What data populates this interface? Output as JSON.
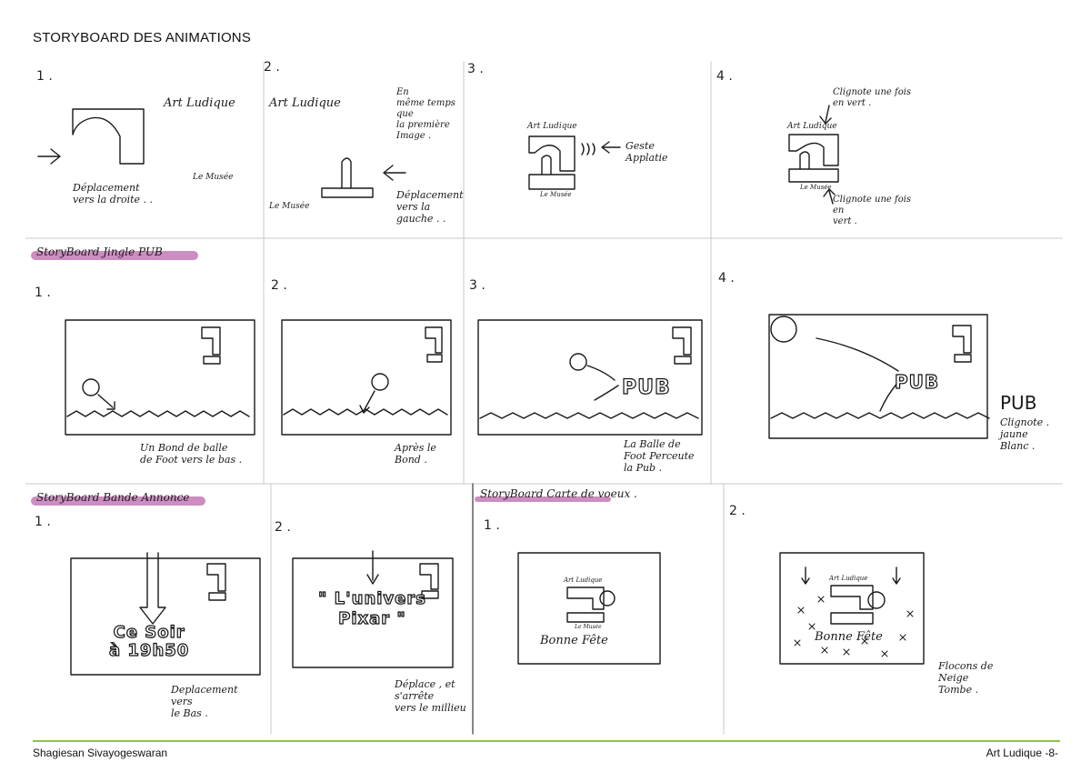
{
  "page": {
    "title": "STORYBOARD DES ANIMATIONS",
    "footer_author": "Shagiesan Sivayogeswaran",
    "footer_page": "Art Ludique -8-",
    "accent_color": "#8cc63f",
    "highlight_color": "#b050a0"
  },
  "logo": {
    "title": "Art Ludique",
    "subtitle": "Le Musée"
  },
  "row1": {
    "panel1": {
      "number": "1 .",
      "title": "Art Ludique",
      "logo_sub": "Le Musée",
      "caption": "Déplacement\nvers la droite . ."
    },
    "panel2": {
      "number": "2 .",
      "title": "Art Ludique",
      "logo_sub": "Le Musée",
      "note": "En\nmême temps\nque\nla première\nImage .",
      "caption": "Déplacement\nvers la\ngauche . ."
    },
    "panel3": {
      "number": "3 .",
      "note": "Geste\nApplatie"
    },
    "panel4": {
      "number": "4 .",
      "note_top": "Clignote une fois\nen vert .",
      "note_bottom": "Clignote une fois\nen\nvert ."
    }
  },
  "banners": {
    "jingle": "StoryBoard Jingle PUB",
    "bande": "StoryBoard Bande Annonce",
    "carte": "StoryBoard Carte de voeux ."
  },
  "row2": {
    "panel1": {
      "number": "1 .",
      "caption": "Un Bond de balle\nde Foot vers le bas ."
    },
    "panel2": {
      "number": "2 .",
      "caption": "Après le\nBond ."
    },
    "panel3": {
      "number": "3 .",
      "screen_text": "PUB",
      "caption": "La Balle de\nFoot Perceute\nla Pub ."
    },
    "panel4": {
      "number": "4 .",
      "screen_text": "PUB",
      "side_title": "PUB",
      "caption": "Clignote .\njaune\nBlanc ."
    }
  },
  "row3": {
    "panel1": {
      "number": "1 .",
      "screen_text": "Ce Soir\nà 19h50",
      "caption": "Deplacement\nvers\nle Bas ."
    },
    "panel2": {
      "number": "2 .",
      "screen_text": "\" L'univers\nPixar \"",
      "caption": "Déplace , et\ns'arrête\nvers le millieu"
    },
    "panel3": {
      "number": "1 .",
      "screen_text": "Bonne Fête"
    },
    "panel4": {
      "number": "2 .",
      "screen_text": "Bonne Fête",
      "caption": "Flocons de\nNeige\nTombe ."
    }
  }
}
